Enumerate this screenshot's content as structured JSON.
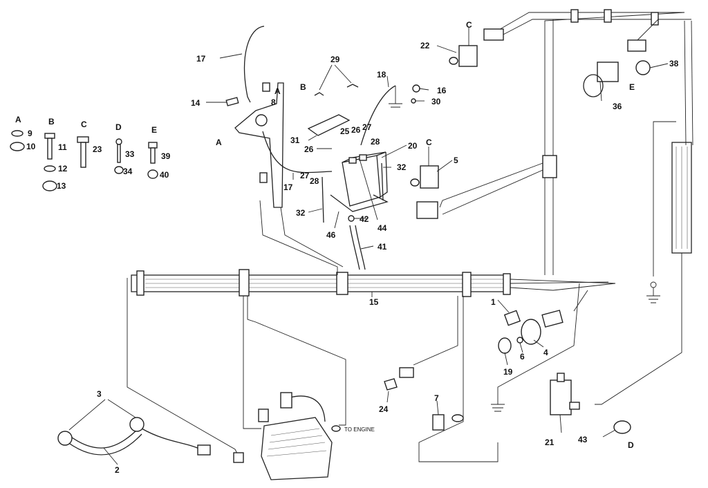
{
  "legend": [
    {
      "letter": "A",
      "items": [
        "9",
        "10"
      ]
    },
    {
      "letter": "B",
      "items": [
        "11",
        "12",
        "13"
      ]
    },
    {
      "letter": "C",
      "items": [
        "23"
      ]
    },
    {
      "letter": "D",
      "items": [
        "33",
        "34"
      ]
    },
    {
      "letter": "E",
      "items": [
        "39",
        "40"
      ]
    }
  ],
  "callouts": {
    "c1": "1",
    "c2": "2",
    "c3": "3",
    "c4": "4",
    "c5": "5",
    "c6": "6",
    "c7": "7",
    "c8": "8",
    "c14": "14",
    "c15": "15",
    "c16": "16",
    "c17a": "17",
    "c17b": "17",
    "c18": "18",
    "c19": "19",
    "c20": "20",
    "c21": "21",
    "c22": "22",
    "c24": "24",
    "c25": "25",
    "c26": "26",
    "c26b": "26",
    "c27a": "27",
    "c27b": "27",
    "c28a": "28",
    "c28b": "28",
    "c29": "29",
    "c30": "30",
    "c31": "31",
    "c32a": "32",
    "c32b": "32",
    "c36": "36",
    "c38": "38",
    "c41": "41",
    "c42": "42",
    "c43": "43",
    "c44": "44",
    "c46": "46"
  },
  "letters": {
    "A_bracket": "A",
    "A_arrow": "A",
    "B_arrow": "B",
    "C_22": "C",
    "C_5": "C",
    "D_43": "D",
    "E_38": "E"
  },
  "notes": {
    "to_engine": "TO ENGINE"
  }
}
